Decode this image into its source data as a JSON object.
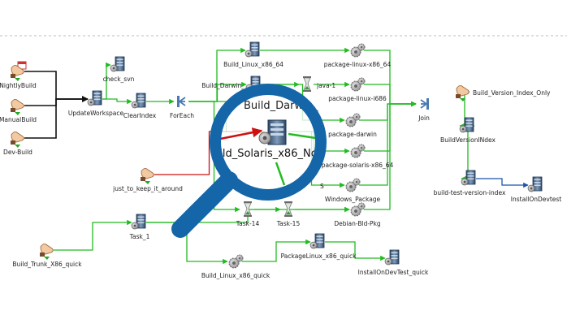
{
  "colors": {
    "green_edge": "#22bb22",
    "black_edge": "#111111",
    "red_edge": "#cc1111",
    "blue_edge": "#1a55aa",
    "magnifier": "#1466a8",
    "server_dark": "#33506e",
    "server_light": "#8aa6c4"
  },
  "diagram": {
    "nodes": [
      {
        "id": "nightlybuild",
        "label": "NightlyBuild",
        "icon": "calendar-hand-icon"
      },
      {
        "id": "manualbuild",
        "label": "ManualBuild",
        "icon": "hand-trigger-icon"
      },
      {
        "id": "devbuild",
        "label": "Dev-Build",
        "icon": "hand-trigger-icon"
      },
      {
        "id": "updateworkspace",
        "label": "UpdateWorkspace",
        "icon": "server-icon"
      },
      {
        "id": "checksvn",
        "label": "check_svn",
        "icon": "server-icon"
      },
      {
        "id": "clearindex",
        "label": "ClearIndex",
        "icon": "server-icon"
      },
      {
        "id": "foreach",
        "label": "ForEach",
        "icon": "split-icon"
      },
      {
        "id": "buildlinux64",
        "label": "Build_Linux_x86_64",
        "icon": "server-icon"
      },
      {
        "id": "pkglinux64",
        "label": "package-linux-x86_64",
        "icon": "gear-icon"
      },
      {
        "id": "builddarwin",
        "label": "Build_Darwin_",
        "icon": "server-icon"
      },
      {
        "id": "java1",
        "label": "java-1",
        "icon": "hourglass-icon"
      },
      {
        "id": "pkglinux686",
        "label": "package-linux-i686",
        "icon": "gear-icon"
      },
      {
        "id": "pkgdarwin",
        "label": "package-darwin",
        "icon": "gear-icon"
      },
      {
        "id": "buildsolaris",
        "label": "Build_Solaris_x86_64_NoJ",
        "icon": "server-icon"
      },
      {
        "id": "pkgsolaris",
        "label": "package-solaris-x86_64",
        "icon": "gear-icon"
      },
      {
        "id": "windowspkg",
        "label": "Windows_Package",
        "icon": "gear-icon"
      },
      {
        "id": "justtokeep",
        "label": "just_to_keep_it_around",
        "icon": "hand-trigger-icon"
      },
      {
        "id": "task14",
        "label": "Task-14",
        "icon": "hourglass-icon"
      },
      {
        "id": "task15",
        "label": "Task-15",
        "icon": "hourglass-icon"
      },
      {
        "id": "debianpkg",
        "label": "Debian-Bld-Pkg",
        "icon": "gear-icon"
      },
      {
        "id": "join",
        "label": "Join",
        "icon": "join-icon"
      },
      {
        "id": "buildversionindexonly",
        "label": "Build_Version_Index_Only",
        "icon": "hand-trigger-icon"
      },
      {
        "id": "buildversionindex",
        "label": "BuildVersionINdex",
        "icon": "server-icon"
      },
      {
        "id": "buildtestversionindex",
        "label": "build-test-version-index",
        "icon": "server-icon"
      },
      {
        "id": "installondevtest",
        "label": "InstallOnDevtest",
        "icon": "server-icon"
      },
      {
        "id": "task1",
        "label": "Task_1",
        "icon": "server-icon"
      },
      {
        "id": "buildtrunk",
        "label": "Build_Trunk_X86_quick",
        "icon": "hand-trigger-icon"
      },
      {
        "id": "buildlinuxquick",
        "label": "Build_Linux_x86_quick",
        "icon": "gear-icon"
      },
      {
        "id": "pkglinuxquick",
        "label": "PackageLinux_x86_quick",
        "icon": "server-icon"
      },
      {
        "id": "installquick",
        "label": "InstallOnDevTest_quick",
        "icon": "server-icon"
      },
      {
        "id": "partial",
        "label": "S",
        "icon": "none"
      }
    ],
    "edges": [
      {
        "from": "nightlybuild",
        "to": "updateworkspace",
        "color": "black"
      },
      {
        "from": "manualbuild",
        "to": "updateworkspace",
        "color": "black"
      },
      {
        "from": "devbuild",
        "to": "updateworkspace",
        "color": "black"
      },
      {
        "from": "updateworkspace",
        "to": "checksvn",
        "color": "green"
      },
      {
        "from": "updateworkspace",
        "to": "clearindex",
        "color": "green"
      },
      {
        "from": "clearindex",
        "to": "foreach",
        "color": "green"
      },
      {
        "from": "foreach",
        "to": "buildlinux64",
        "color": "green"
      },
      {
        "from": "foreach",
        "to": "builddarwin",
        "color": "green"
      },
      {
        "from": "foreach",
        "to": "buildsolaris",
        "color": "green"
      },
      {
        "from": "foreach",
        "to": "task14",
        "color": "green"
      },
      {
        "from": "buildlinux64",
        "to": "pkglinux64",
        "color": "green"
      },
      {
        "from": "builddarwin",
        "to": "java1",
        "color": "green"
      },
      {
        "from": "java1",
        "to": "pkglinux686",
        "color": "green"
      },
      {
        "from": "builddarwin",
        "to": "pkgdarwin",
        "color": "green"
      },
      {
        "from": "buildsolaris",
        "to": "pkgsolaris",
        "color": "green"
      },
      {
        "from": "buildsolaris",
        "to": "windowspkg",
        "color": "green"
      },
      {
        "from": "justtokeep",
        "to": "buildsolaris",
        "color": "red"
      },
      {
        "from": "task14",
        "to": "task15",
        "color": "green"
      },
      {
        "from": "task15",
        "to": "debianpkg",
        "color": "green"
      },
      {
        "from": "pkglinux64",
        "to": "join",
        "color": "green"
      },
      {
        "from": "pkglinux686",
        "to": "join",
        "color": "green"
      },
      {
        "from": "pkgdarwin",
        "to": "join",
        "color": "green"
      },
      {
        "from": "pkgsolaris",
        "to": "join",
        "color": "green"
      },
      {
        "from": "windowspkg",
        "to": "join",
        "color": "green"
      },
      {
        "from": "debianpkg",
        "to": "join",
        "color": "green"
      },
      {
        "from": "buildversionindexonly",
        "to": "buildversionindex",
        "color": "green"
      },
      {
        "from": "buildversionindex",
        "to": "buildtestversionindex",
        "color": "green"
      },
      {
        "from": "buildtestversionindex",
        "to": "installondevtest",
        "color": "blue"
      },
      {
        "from": "buildtrunk",
        "to": "task1",
        "color": "green"
      },
      {
        "from": "task1",
        "to": "buildlinuxquick",
        "color": "green"
      },
      {
        "from": "task1",
        "to": "debianpkg",
        "color": "green"
      },
      {
        "from": "buildlinuxquick",
        "to": "pkglinuxquick",
        "color": "green"
      },
      {
        "from": "pkglinuxquick",
        "to": "installquick",
        "color": "green"
      }
    ],
    "magnifier": {
      "label": "uild_Solaris_x86_No",
      "behind_label": "Build_Darwin_"
    }
  }
}
